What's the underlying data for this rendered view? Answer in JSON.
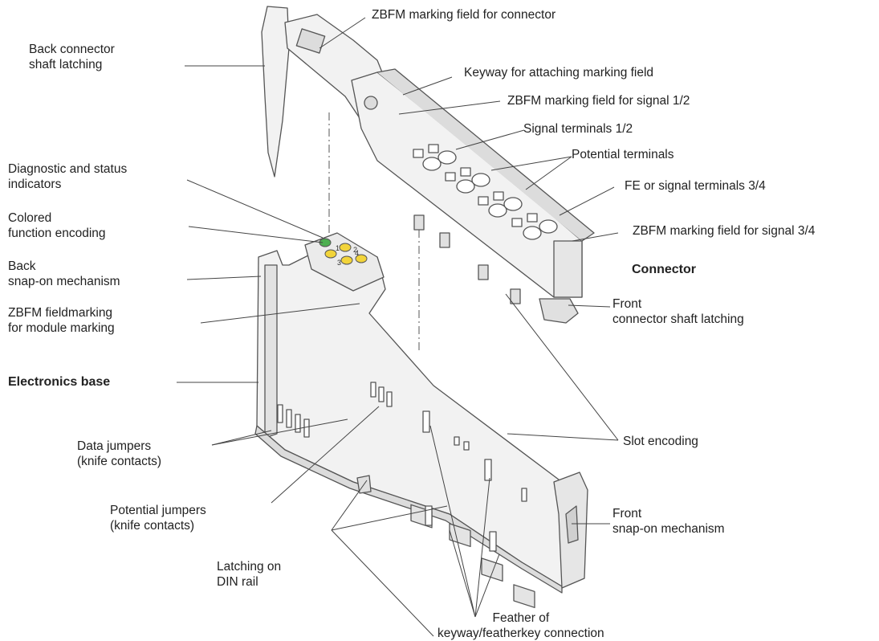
{
  "labels": {
    "zbfm_connector": "ZBFM marking field for connector",
    "back_connector_latching": "Back connector\nshaft latching",
    "keyway_marking": "Keyway for attaching marking field",
    "zbfm_signal_12": "ZBFM marking field for signal 1/2",
    "signal_terminals_12": "Signal terminals 1/2",
    "potential_terminals": "Potential terminals",
    "diagnostic_status": "Diagnostic and status\nindicators",
    "fe_signal_34": "FE or signal terminals 3/4",
    "colored_function": "Colored\nfunction encoding",
    "zbfm_signal_34": "ZBFM marking field for signal 3/4",
    "back_snapon": "Back\nsnap-on mechanism",
    "connector": "Connector",
    "zbfm_module": "ZBFM fieldmarking\nfor module marking",
    "front_connector_latching": "Front\nconnector shaft latching",
    "electronics_base": "Electronics base",
    "slot_encoding": "Slot encoding",
    "data_jumpers": "Data jumpers\n(knife contacts)",
    "front_snapon": "Front\nsnap-on mechanism",
    "potential_jumpers": "Potential jumpers\n(knife contacts)",
    "latching_din": "Latching on\nDIN rail",
    "feather": "Feather of\nkeyway/featherkey connection"
  },
  "led_numbers": [
    "1",
    "2",
    "3",
    "4"
  ],
  "colors": {
    "outline": "#555555",
    "fill": "#f2f2f2",
    "shade": "#dcdcdc",
    "led_green": "#4caf50",
    "led_yellow": "#f2d43a",
    "leader": "#444444"
  }
}
